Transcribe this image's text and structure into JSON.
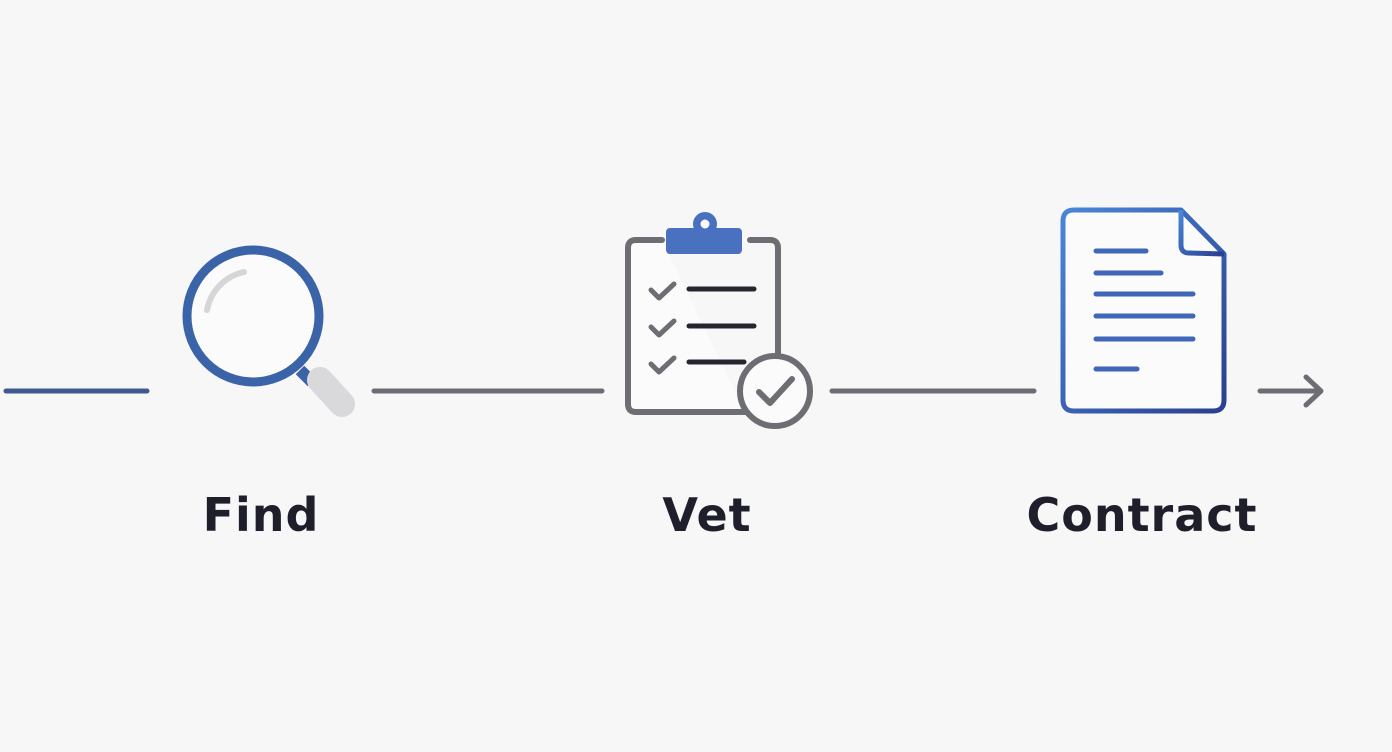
{
  "diagram": {
    "type": "process-flow",
    "steps": [
      {
        "label": "Find",
        "icon": "magnifying-glass-icon"
      },
      {
        "label": "Vet",
        "icon": "clipboard-checklist-icon"
      },
      {
        "label": "Contract",
        "icon": "document-icon"
      }
    ],
    "end_marker": "arrow-right-icon",
    "colors": {
      "background": "#f7f7f8",
      "blue": "#3b63a8",
      "bright_blue": "#4a78c8",
      "gray": "#6d6e73",
      "light_gray": "#d9d9dc",
      "text": "#1e1f2b"
    }
  }
}
